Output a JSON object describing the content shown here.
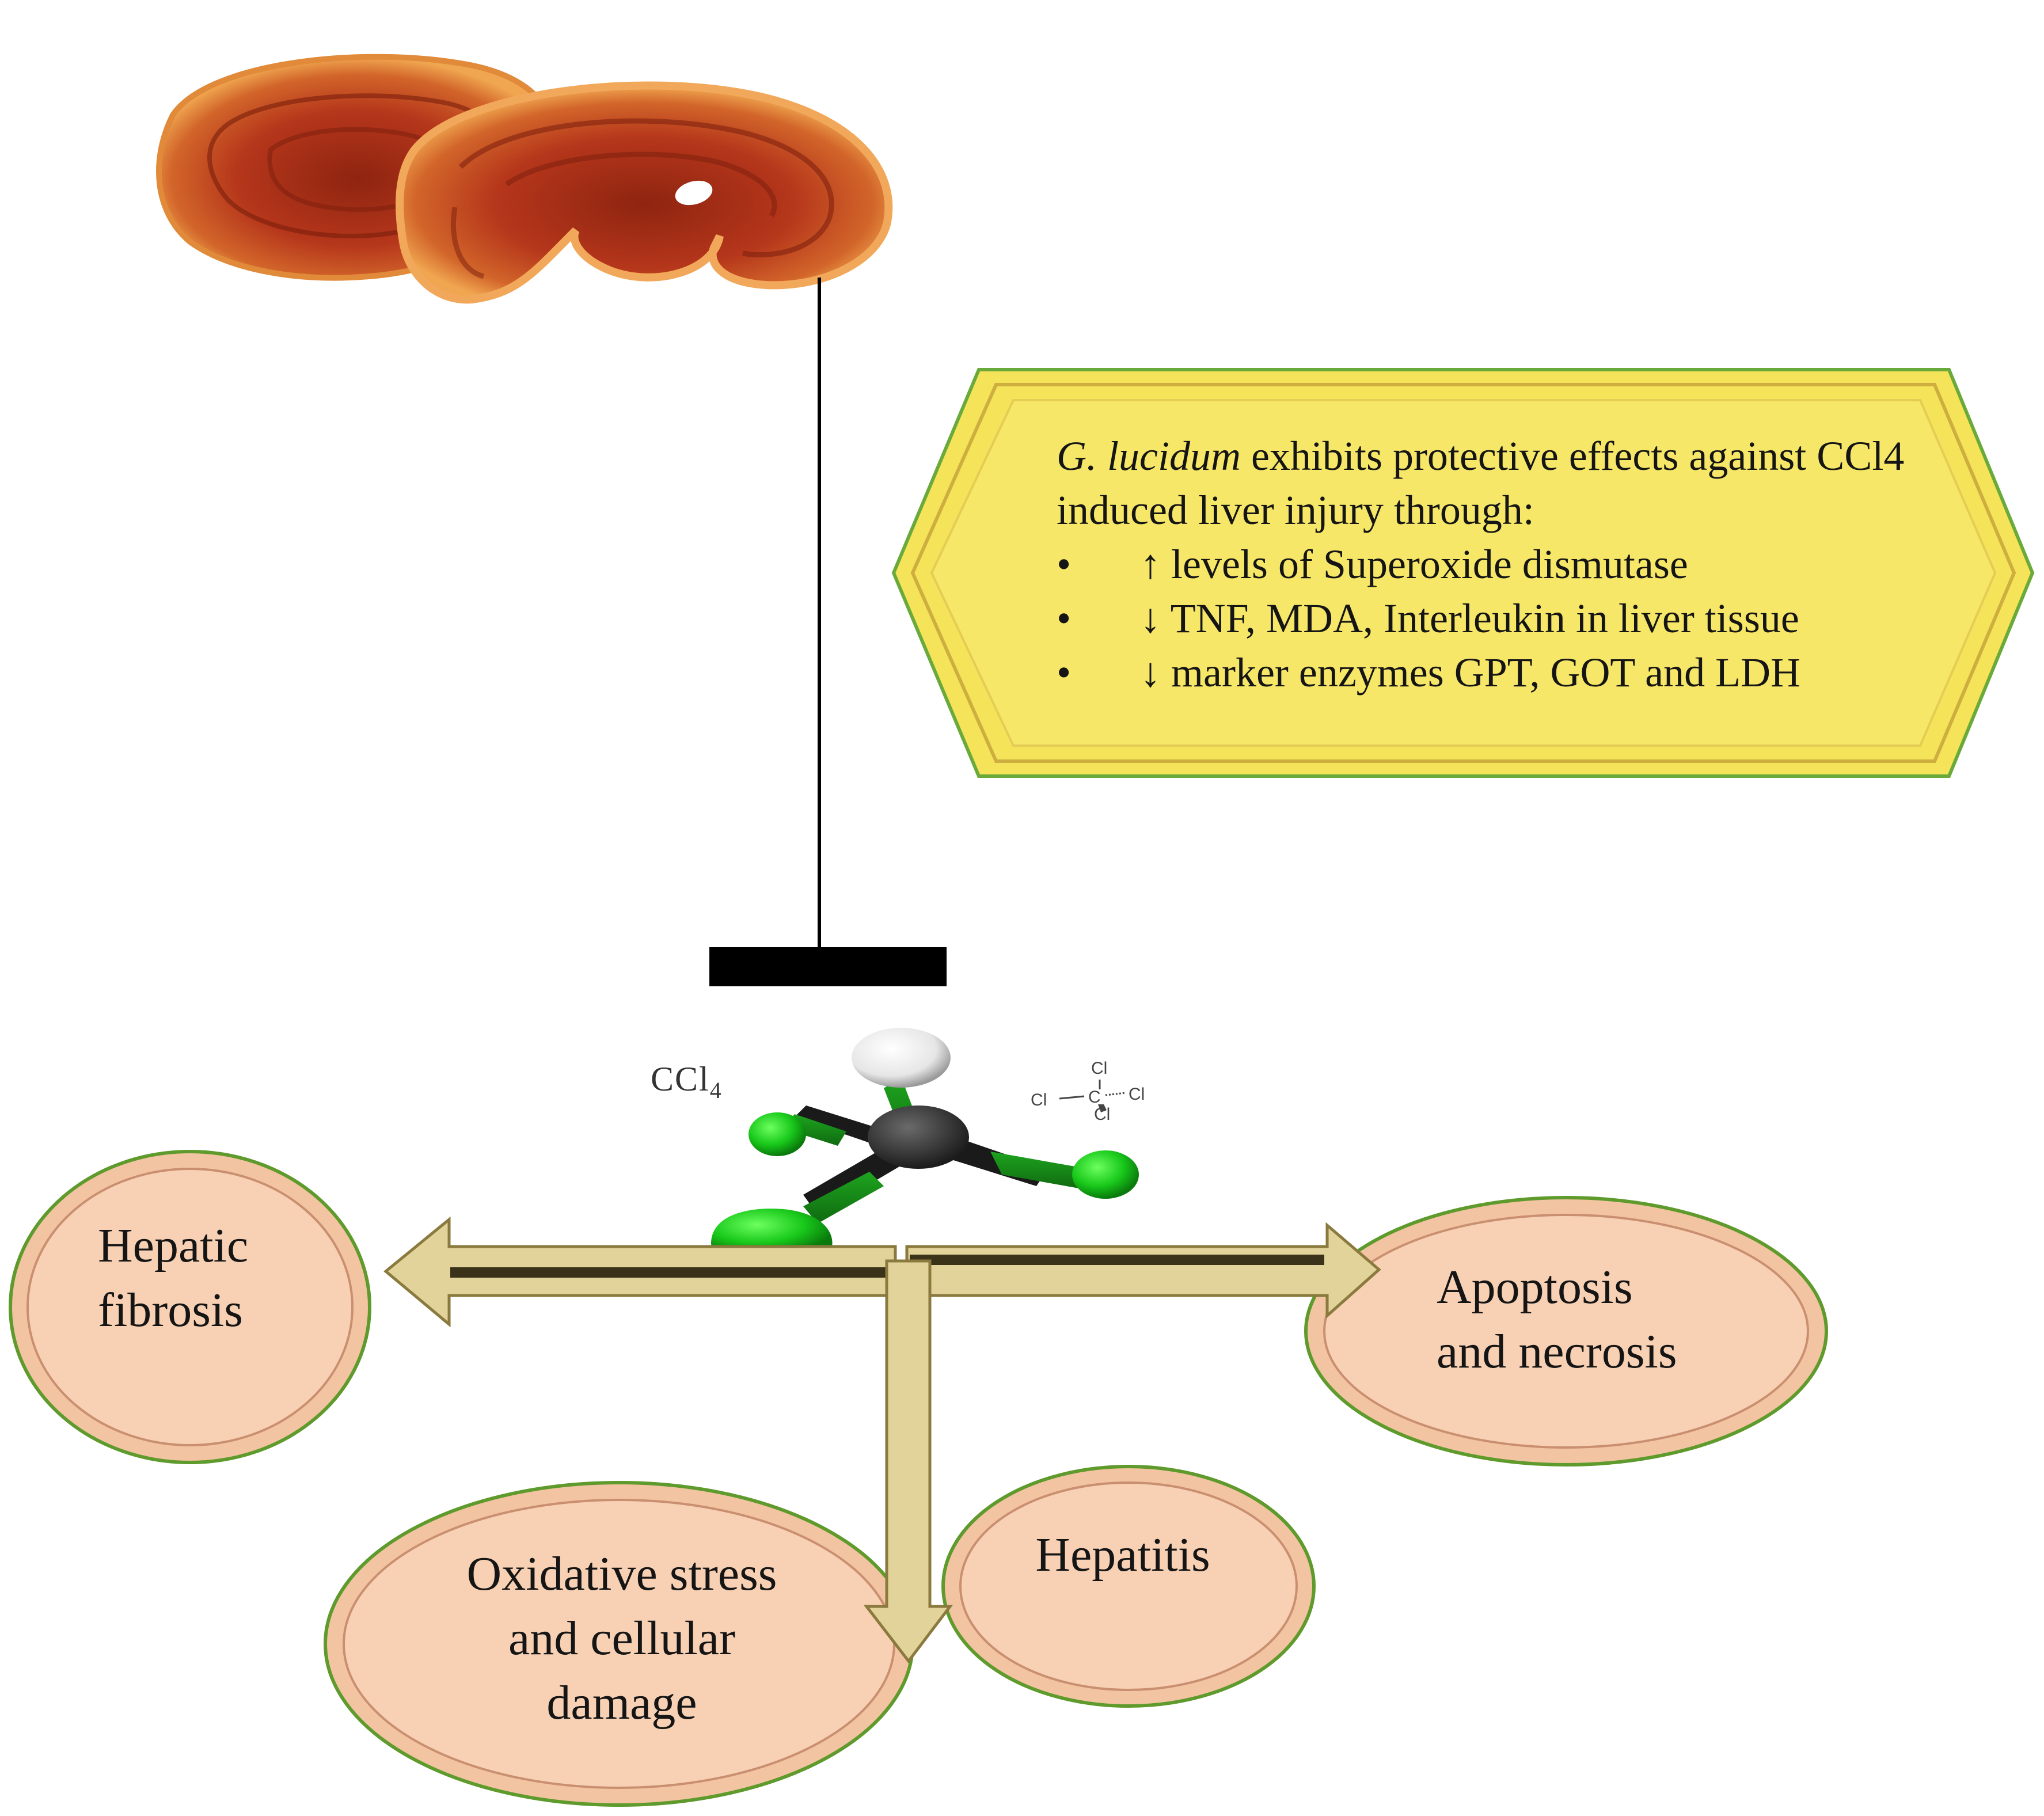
{
  "callout": {
    "intro_italic": "G. lucidum",
    "intro_rest": " exhibits protective effects against CCl4 induced liver injury through:",
    "bullet_glyph": "•",
    "bullets": [
      "↑ levels of Superoxide dismutase",
      "↓ TNF, MDA, Interleukin in liver tissue",
      "↓ marker enzymes GPT, GOT and LDH"
    ]
  },
  "compound": {
    "formula_main": "CCl",
    "formula_sub": "4",
    "structure_atoms": {
      "center": "C",
      "top": "Cl",
      "left": "Cl",
      "right": "Cl",
      "bottom": "Cl"
    }
  },
  "effects": {
    "hepatic_fibrosis": {
      "line1": "Hepatic",
      "line2": "fibrosis"
    },
    "apoptosis_necrosis": {
      "line1": "Apoptosis",
      "line2": "and necrosis"
    },
    "oxidative_stress": {
      "line1": "Oxidative stress",
      "line2": "and cellular",
      "line3": "damage"
    },
    "hepatitis": {
      "line1": "Hepatitis"
    }
  },
  "colors": {
    "callout_fill": "#f5e35a",
    "callout_border": "#6aaa3a",
    "ellipse_fill": "#f8d1b4",
    "ellipse_border": "#5e9a2c",
    "arrow_fill": "#e2d39a",
    "arrow_edge": "#8a7a3e",
    "inhibit_bar": "#000000",
    "mushroom": "#b5361b",
    "chlorine_atom": "#18c81a",
    "carbon_atom": "#2a2a2a",
    "hydrogen_atom": "#f1f1f1"
  }
}
